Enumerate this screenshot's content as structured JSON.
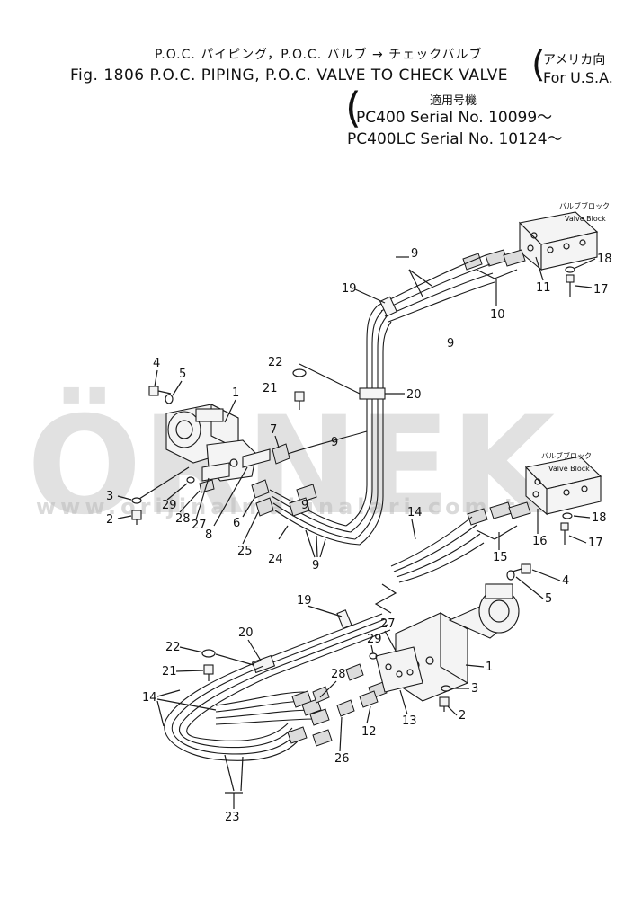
{
  "title": {
    "japanese": "P.O.C. パイピング，P.O.C. バルブ → チェックバルブ",
    "english": "Fig. 1806 P.O.C. PIPING, P.O.C. VALVE TO CHECK VALVE",
    "region_jp": "アメリカ向",
    "region_en": "For U.S.A."
  },
  "applicability": {
    "label_jp": "適用号機",
    "lines": [
      "PC400   Serial No. 10099～",
      "PC400LC Serial No. 10124～"
    ]
  },
  "diagram": {
    "valve_block_jp": "バルブブロック",
    "valve_block_en": "Valve Block",
    "part_numbers": {
      "top": [
        "1",
        "2",
        "3",
        "4",
        "5",
        "6",
        "7",
        "8",
        "9",
        "9",
        "9",
        "9",
        "9",
        "10",
        "11",
        "17",
        "18",
        "19",
        "20",
        "21",
        "22",
        "24",
        "25",
        "27",
        "28",
        "29"
      ],
      "bottom": [
        "1",
        "2",
        "3",
        "4",
        "5",
        "12",
        "13",
        "14",
        "14",
        "15",
        "16",
        "17",
        "18",
        "19",
        "20",
        "21",
        "22",
        "23",
        "26",
        "27",
        "28",
        "29"
      ]
    }
  },
  "watermark": {
    "big": "ÖRNEK",
    "url": "www.orijinalmakinalari.com.tr"
  }
}
